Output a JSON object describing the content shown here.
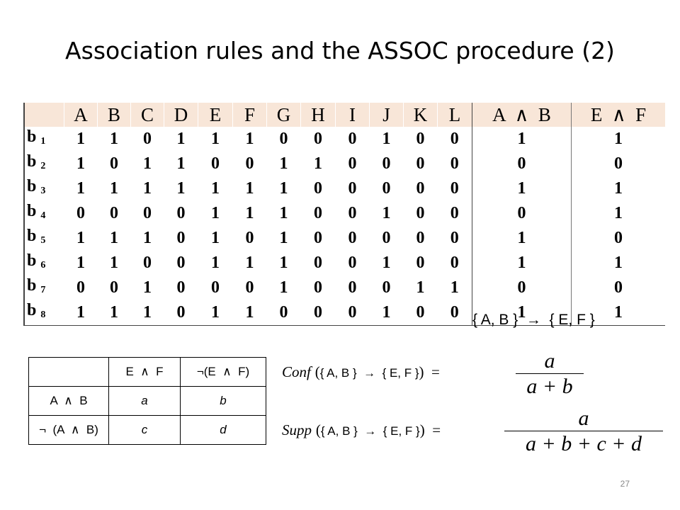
{
  "title": "Association rules and the ASSOC procedure (2)",
  "table": {
    "columns": [
      "A",
      "B",
      "C",
      "D",
      "E",
      "F",
      "G",
      "H",
      "I",
      "J",
      "K",
      "L"
    ],
    "derived_columns": [
      "A  ∧  B",
      "E  ∧  F"
    ],
    "rows": [
      {
        "label": "b",
        "sub": "1",
        "values": [
          "1",
          "1",
          "0",
          "1",
          "1",
          "1",
          "0",
          "0",
          "0",
          "1",
          "0",
          "0"
        ],
        "ab": "1",
        "ef": "1"
      },
      {
        "label": "b",
        "sub": "2",
        "values": [
          "1",
          "0",
          "1",
          "1",
          "0",
          "0",
          "1",
          "1",
          "0",
          "0",
          "0",
          "0"
        ],
        "ab": "0",
        "ef": "0"
      },
      {
        "label": "b",
        "sub": "3",
        "values": [
          "1",
          "1",
          "1",
          "1",
          "1",
          "1",
          "1",
          "0",
          "0",
          "0",
          "0",
          "0"
        ],
        "ab": "1",
        "ef": "1"
      },
      {
        "label": "b",
        "sub": "4",
        "values": [
          "0",
          "0",
          "0",
          "0",
          "1",
          "1",
          "1",
          "0",
          "0",
          "1",
          "0",
          "0"
        ],
        "ab": "0",
        "ef": "1"
      },
      {
        "label": "b",
        "sub": "5",
        "values": [
          "1",
          "1",
          "1",
          "0",
          "1",
          "0",
          "1",
          "0",
          "0",
          "0",
          "0",
          "0"
        ],
        "ab": "1",
        "ef": "0"
      },
      {
        "label": "b",
        "sub": "6",
        "values": [
          "1",
          "1",
          "0",
          "0",
          "1",
          "1",
          "1",
          "0",
          "0",
          "1",
          "0",
          "0"
        ],
        "ab": "1",
        "ef": "1"
      },
      {
        "label": "b",
        "sub": "7",
        "values": [
          "0",
          "0",
          "1",
          "0",
          "0",
          "0",
          "1",
          "0",
          "0",
          "0",
          "1",
          "1"
        ],
        "ab": "0",
        "ef": "0"
      },
      {
        "label": "b",
        "sub": "8",
        "values": [
          "1",
          "1",
          "1",
          "0",
          "1",
          "1",
          "0",
          "0",
          "0",
          "1",
          "0",
          "0"
        ],
        "ab": "1",
        "ef": "1"
      }
    ]
  },
  "rule_caption": "{ A, B }  →  { E, F }",
  "contingency": {
    "header": [
      "",
      "E  ∧  F",
      "¬(E  ∧  F)"
    ],
    "rows": [
      [
        "A  ∧  B",
        "a",
        "b"
      ],
      [
        "¬  (A  ∧  B)",
        "c",
        "d"
      ]
    ]
  },
  "conf": {
    "fn": "Conf",
    "open": "(",
    "arg": "{ A, B }  →  { E, F }",
    "close": ")  =",
    "numerator": "a",
    "denominator": "a + b"
  },
  "supp": {
    "fn": "Supp",
    "open": "(",
    "arg": "{ A, B }  →  { E, F }",
    "close": ")  =",
    "numerator": "a",
    "denominator": "a + b + c + d"
  },
  "page_number": "27"
}
